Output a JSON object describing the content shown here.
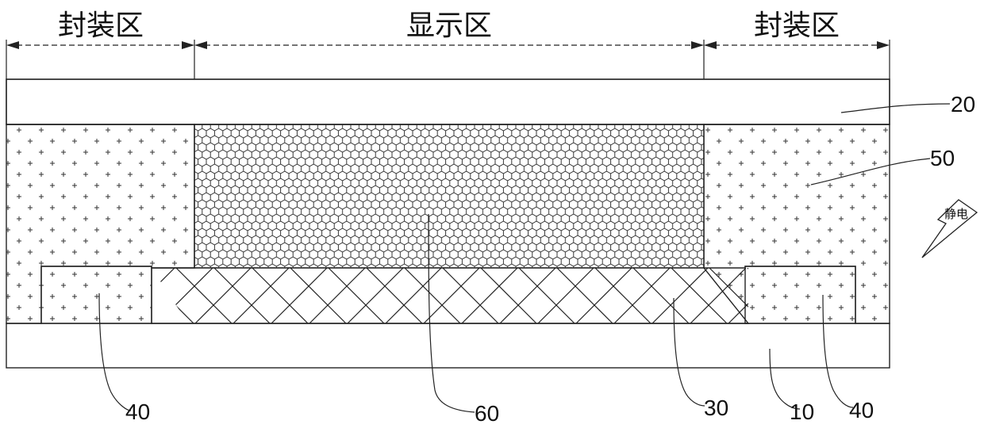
{
  "regions": {
    "left": "封装区",
    "center": "显示区",
    "right": "封装区"
  },
  "callouts": {
    "layer_20": "20",
    "layer_50": "50",
    "layer_60": "60",
    "layer_30": "30",
    "layer_10": "10",
    "block_40_left": "40",
    "block_40_right": "40"
  },
  "static_label": "静电"
}
